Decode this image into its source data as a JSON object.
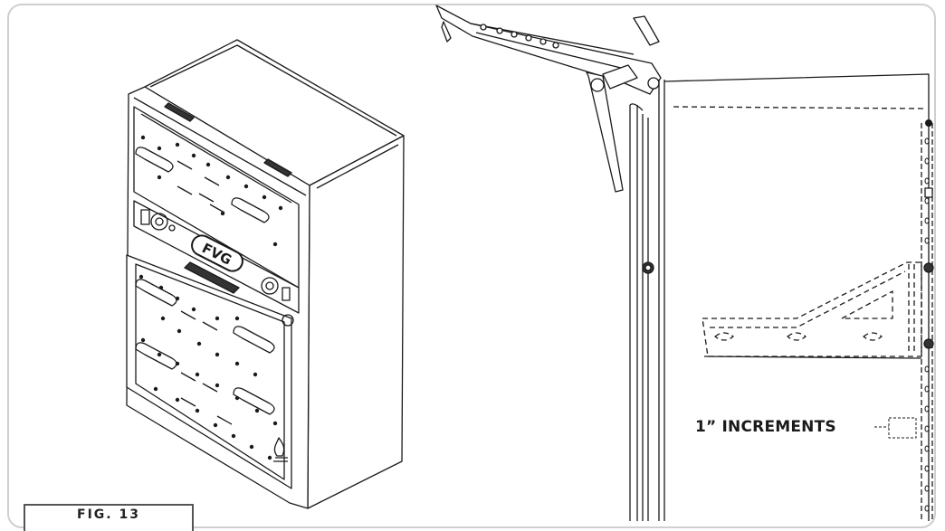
{
  "diagram": {
    "brand_logo_text": "FVG",
    "callout_text": "1” INCREMENTS",
    "figure_label": "FIG. 13"
  },
  "colors": {
    "line": "#1a1a1a",
    "frame_border": "#cfcfcf"
  },
  "icons": [
    "flame-icon",
    "power-switch-icon",
    "knob-icon"
  ]
}
